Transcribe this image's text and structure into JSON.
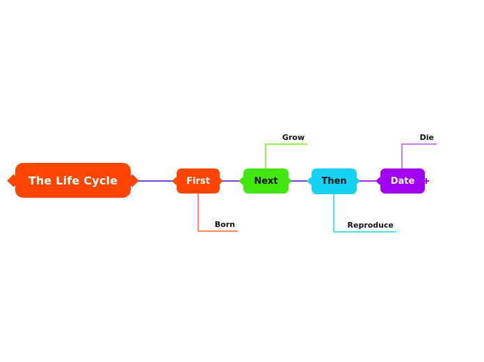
{
  "canvas": {
    "background": "#ffffff"
  },
  "mindmap": {
    "root": {
      "label": "The Life Cycle",
      "color": "#FF4500",
      "text_color": "#ffffff"
    },
    "nodes": [
      {
        "id": "first",
        "label": "First",
        "color": "#FF4500",
        "text_color": "#ffffff"
      },
      {
        "id": "next",
        "label": "Next",
        "color": "#40E60D",
        "text_color": "#101010"
      },
      {
        "id": "then",
        "label": "Then",
        "color": "#15D2F5",
        "text_color": "#101010"
      },
      {
        "id": "date",
        "label": "Date",
        "color": "#A201F2",
        "text_color": "#ffffff"
      }
    ],
    "connectors": [
      {
        "from": "root",
        "to": "first",
        "color": "#7440D8"
      },
      {
        "from": "first",
        "to": "next",
        "color": "#7440D8"
      },
      {
        "from": "next",
        "to": "then",
        "color": "#7440D8"
      },
      {
        "from": "then",
        "to": "date",
        "color": "#AB22EE"
      }
    ],
    "branches": [
      {
        "id": "grow",
        "label": "Grow",
        "line_color": "#8CF04D",
        "direction": "up",
        "parent": "next"
      },
      {
        "id": "die",
        "label": "Die",
        "line_color": "#CA7BF8",
        "direction": "up",
        "parent": "date"
      },
      {
        "id": "born",
        "label": "Born",
        "line_color": "#FF8A55",
        "direction": "down",
        "parent": "first"
      },
      {
        "id": "reproduce",
        "label": "Reproduce",
        "line_color": "#4FE0F8",
        "direction": "down",
        "parent": "then"
      }
    ],
    "icons": {
      "date_right_anchor": "plus-stub"
    }
  }
}
